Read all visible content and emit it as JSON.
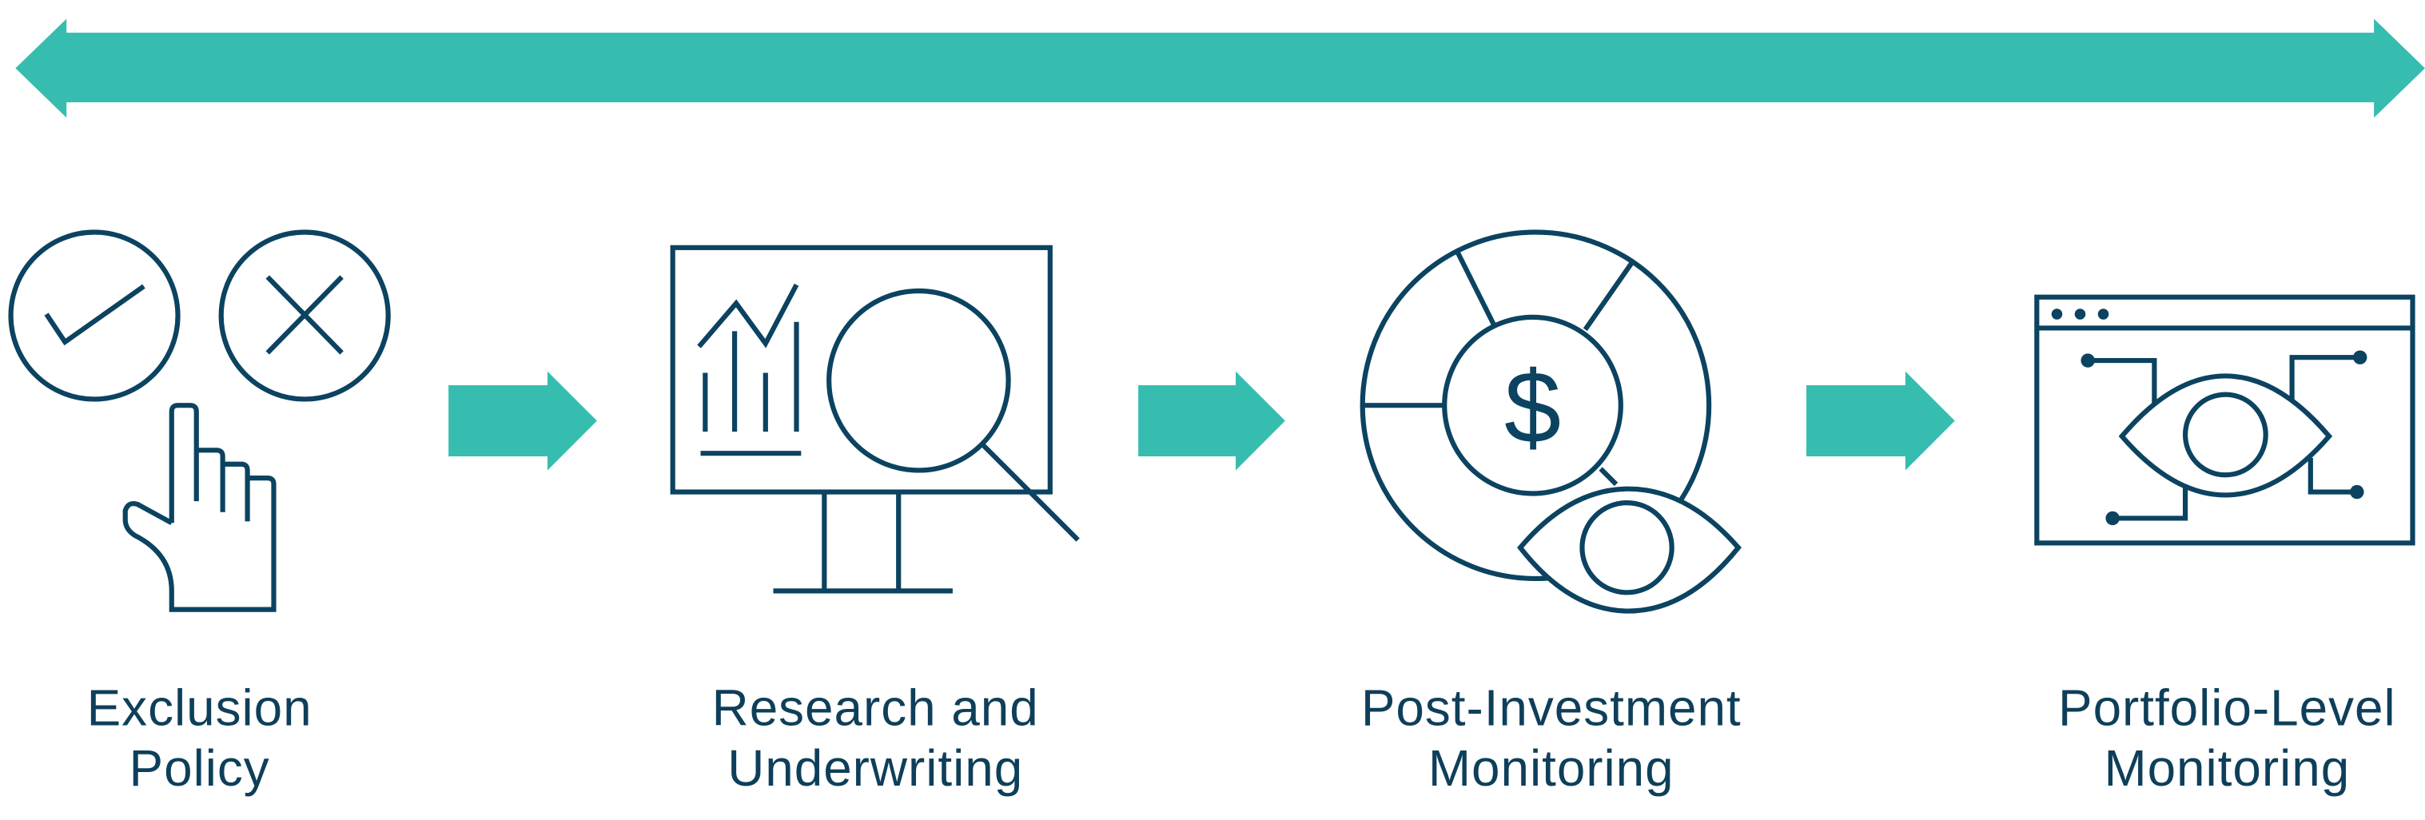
{
  "colors": {
    "arrow": "#37bdb0",
    "icon": "#0b4360",
    "text": "#0e3f5a"
  },
  "steps": [
    {
      "icon": "check-cross-hand-icon",
      "line1": "Exclusion",
      "line2": "Policy"
    },
    {
      "icon": "monitor-magnifier-chart-icon",
      "line1": "Research and",
      "line2": "Underwriting"
    },
    {
      "icon": "dollar-pie-eye-icon",
      "line1": "Post-Investment",
      "line2": "Monitoring"
    },
    {
      "icon": "browser-eye-circuit-icon",
      "line1": "Portfolio-Level",
      "line2": "Monitoring"
    }
  ],
  "dollar_symbol": "$"
}
